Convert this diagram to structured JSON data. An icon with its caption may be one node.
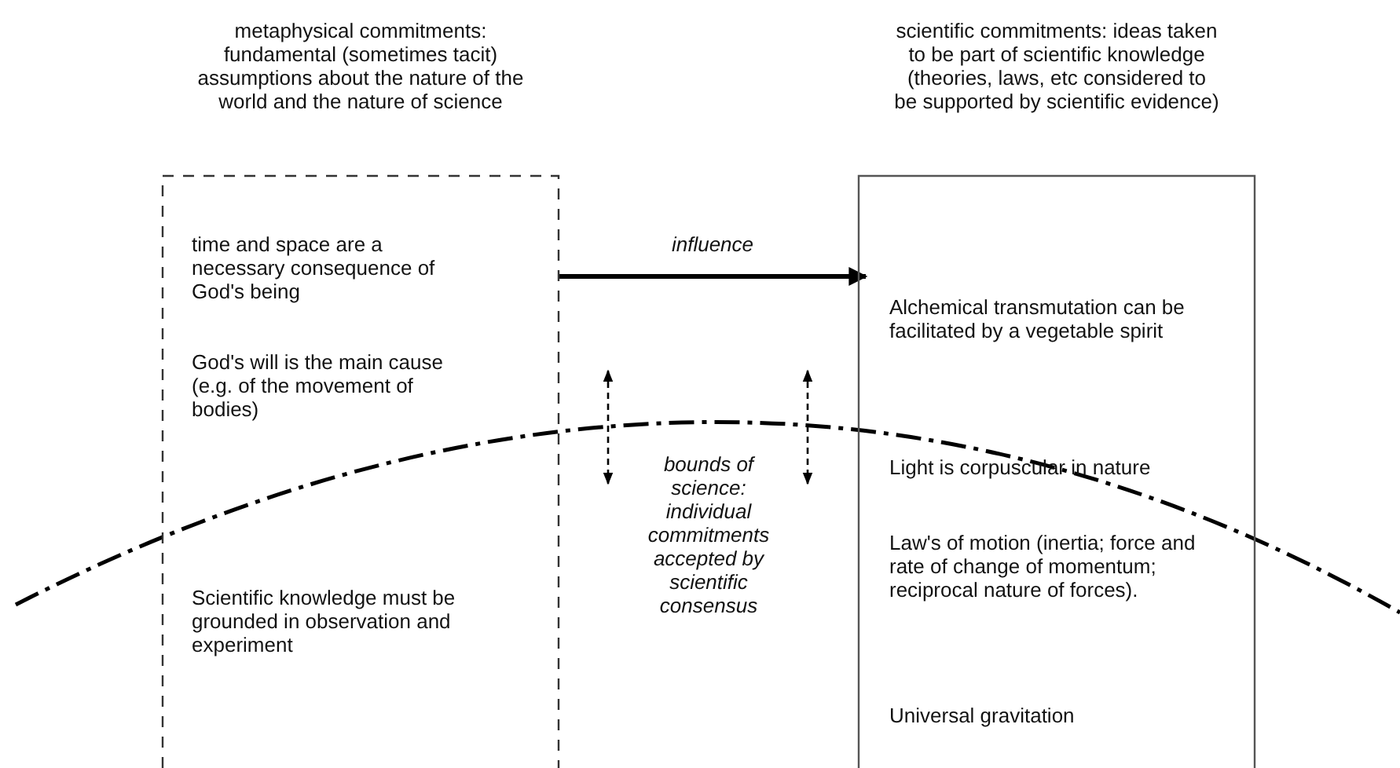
{
  "diagram": {
    "nodes": [
      {
        "text": [
          "metaphysical commitments: fundamental (sometimes tacit) assumptions about the nature of the world and the nature of science",
          "time and space are a necessary consequence of God's being",
          "God's will is the main cause (e.g. of the movement of bodies)",
          "Scientific knowledge must be grounded in observation and experiment"
        ]
      },
      {
        "text": [
          "scientific commitments: ideas taken to be part of scientific knowledge (theories, laws, etc considered to be supported by scientific evidence)",
          "Alchemical transmutation can be facilitated by a vegetable spirit",
          "Light is corpuscular in nature",
          "Law's of motion (inertia; force and rate of change of momentum; reciprocal nature of forces).",
          "Universal gravitation"
        ]
      }
    ],
    "edges": [
      {
        "from": 0,
        "to": 1,
        "arrow": "to",
        "label": "influence"
      }
    ],
    "labels": [
      "bounds of science: individual commitments accepted by scientific consensus"
    ]
  }
}
